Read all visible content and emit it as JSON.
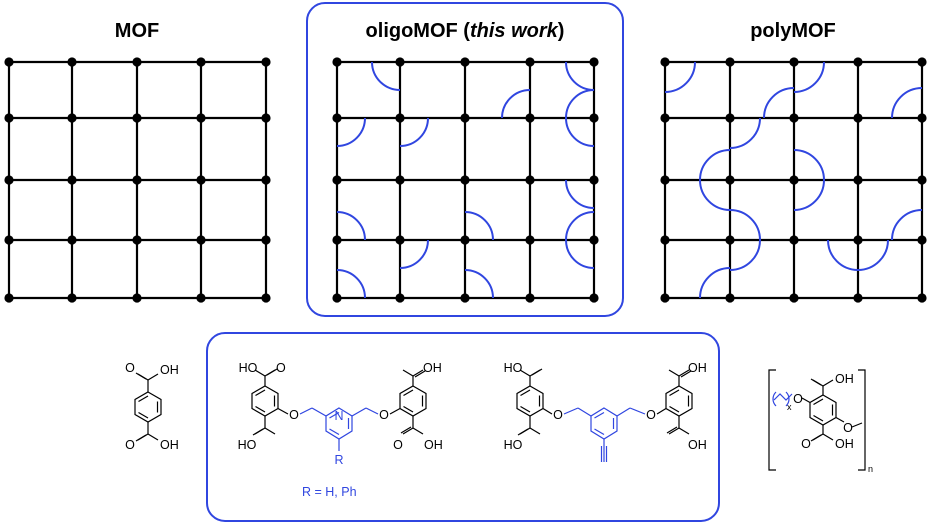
{
  "panels": [
    {
      "id": "mof",
      "title": "MOF"
    },
    {
      "id": "oligomof",
      "title_plain": "oligoMOF (",
      "title_italic": "this work",
      "title_close": ")"
    },
    {
      "id": "polymof",
      "title": "polyMOF"
    }
  ],
  "linkers": {
    "terephthalic": {
      "top": "OH",
      "bottom": "OH",
      "o_top": "O",
      "o_bottom": "O"
    },
    "pyridyl": {
      "top_left": "HO",
      "top_right": "OH",
      "bottom_left": "HO",
      "bottom_right": "OH",
      "n": "N",
      "r": "R",
      "o_left": "O",
      "o_right": "O",
      "ether_left": "O",
      "ether_right": "O",
      "r_note": "R = H, Ph"
    },
    "alkyne": {
      "top_left": "HO",
      "top_right": "OH",
      "bottom_left": "HO",
      "bottom_right": "OH",
      "ether_left": "O",
      "ether_right": "O"
    },
    "polymer": {
      "top": "OH",
      "bottom": "OH",
      "o_left": "O",
      "o_right": "O",
      "x_sub": "x",
      "n_sub": "n"
    }
  },
  "colors": {
    "accent": "#3046e0",
    "grid": "#000000"
  }
}
